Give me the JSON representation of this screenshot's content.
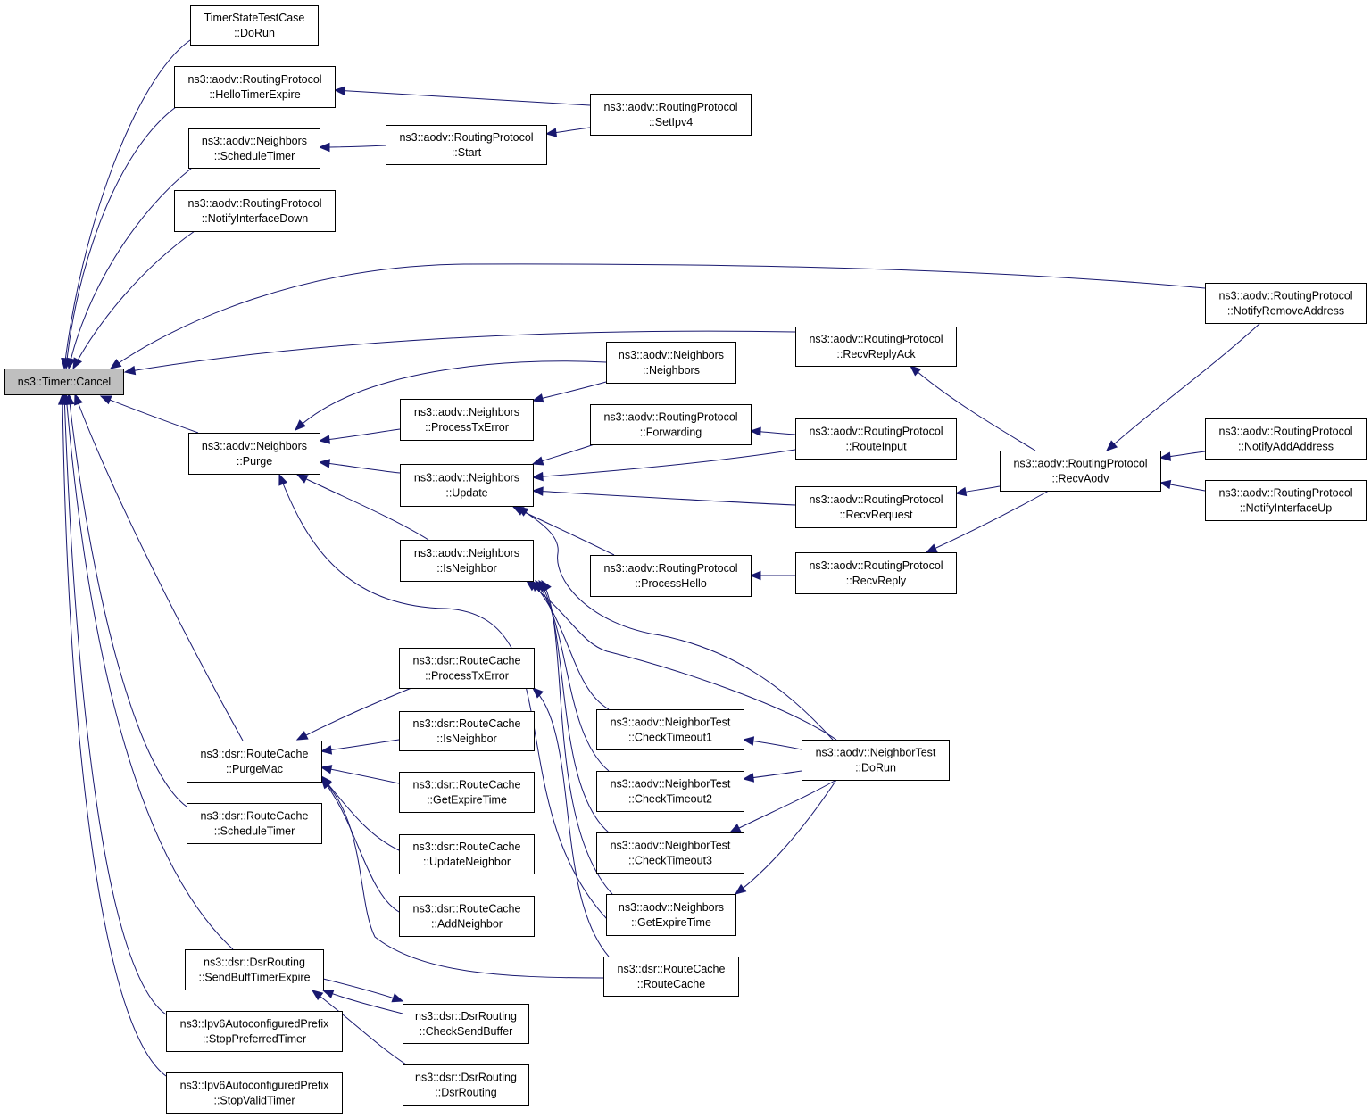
{
  "colors": {
    "edge": "#191970",
    "root_fill": "#bfbfbf",
    "node_fill": "#ffffff",
    "border": "#000000"
  },
  "nodes": {
    "cancel": {
      "lines": [
        "ns3::Timer::Cancel"
      ],
      "root": true
    },
    "tstc": {
      "lines": [
        "TimerStateTestCase",
        "::DoRun"
      ]
    },
    "rp_hello": {
      "lines": [
        "ns3::aodv::RoutingProtocol",
        "::HelloTimerExpire"
      ]
    },
    "nb_sched": {
      "lines": [
        "ns3::aodv::Neighbors",
        "::ScheduleTimer"
      ]
    },
    "rp_nid": {
      "lines": [
        "ns3::aodv::RoutingProtocol",
        "::NotifyInterfaceDown"
      ]
    },
    "nb_purge": {
      "lines": [
        "ns3::aodv::Neighbors",
        "::Purge"
      ]
    },
    "rc_purgemac": {
      "lines": [
        "ns3::dsr::RouteCache",
        "::PurgeMac"
      ]
    },
    "rc_sched": {
      "lines": [
        "ns3::dsr::RouteCache",
        "::ScheduleTimer"
      ]
    },
    "dsr_sbte": {
      "lines": [
        "ns3::dsr::DsrRouting",
        "::SendBuffTimerExpire"
      ]
    },
    "ipv6_pref": {
      "lines": [
        "ns3::Ipv6AutoconfiguredPrefix",
        "::StopPreferredTimer"
      ]
    },
    "ipv6_valid": {
      "lines": [
        "ns3::Ipv6AutoconfiguredPrefix",
        "::StopValidTimer"
      ]
    },
    "rp_start": {
      "lines": [
        "ns3::aodv::RoutingProtocol",
        "::Start"
      ]
    },
    "nb_ptx": {
      "lines": [
        "ns3::aodv::Neighbors",
        "::ProcessTxError"
      ]
    },
    "nb_update": {
      "lines": [
        "ns3::aodv::Neighbors",
        "::Update"
      ]
    },
    "nb_isnb": {
      "lines": [
        "ns3::aodv::Neighbors",
        "::IsNeighbor"
      ]
    },
    "rc_ptx": {
      "lines": [
        "ns3::dsr::RouteCache",
        "::ProcessTxError"
      ]
    },
    "rc_isnb": {
      "lines": [
        "ns3::dsr::RouteCache",
        "::IsNeighbor"
      ]
    },
    "rc_get": {
      "lines": [
        "ns3::dsr::RouteCache",
        "::GetExpireTime"
      ]
    },
    "rc_upd": {
      "lines": [
        "ns3::dsr::RouteCache",
        "::UpdateNeighbor"
      ]
    },
    "rc_add": {
      "lines": [
        "ns3::dsr::RouteCache",
        "::AddNeighbor"
      ]
    },
    "dsr_csb": {
      "lines": [
        "ns3::dsr::DsrRouting",
        "::CheckSendBuffer"
      ]
    },
    "dsr_ctor": {
      "lines": [
        "ns3::dsr::DsrRouting",
        "::DsrRouting"
      ]
    },
    "rp_setipv4": {
      "lines": [
        "ns3::aodv::RoutingProtocol",
        "::SetIpv4"
      ]
    },
    "nb_ctor": {
      "lines": [
        "ns3::aodv::Neighbors",
        "::Neighbors"
      ]
    },
    "rp_fwd": {
      "lines": [
        "ns3::aodv::RoutingProtocol",
        "::Forwarding"
      ]
    },
    "rp_phello": {
      "lines": [
        "ns3::aodv::RoutingProtocol",
        "::ProcessHello"
      ]
    },
    "nt_ct1": {
      "lines": [
        "ns3::aodv::NeighborTest",
        "::CheckTimeout1"
      ]
    },
    "nt_ct2": {
      "lines": [
        "ns3::aodv::NeighborTest",
        "::CheckTimeout2"
      ]
    },
    "nt_ct3": {
      "lines": [
        "ns3::aodv::NeighborTest",
        "::CheckTimeout3"
      ]
    },
    "nb_get": {
      "lines": [
        "ns3::aodv::Neighbors",
        "::GetExpireTime"
      ]
    },
    "rc_ctor": {
      "lines": [
        "ns3::dsr::RouteCache",
        "::RouteCache"
      ]
    },
    "rp_rra": {
      "lines": [
        "ns3::aodv::RoutingProtocol",
        "::RecvReplyAck"
      ]
    },
    "rp_ri": {
      "lines": [
        "ns3::aodv::RoutingProtocol",
        "::RouteInput"
      ]
    },
    "rp_rreq": {
      "lines": [
        "ns3::aodv::RoutingProtocol",
        "::RecvRequest"
      ]
    },
    "rp_rrep": {
      "lines": [
        "ns3::aodv::RoutingProtocol",
        "::RecvReply"
      ]
    },
    "nt_dorun": {
      "lines": [
        "ns3::aodv::NeighborTest",
        "::DoRun"
      ]
    },
    "rp_raodv": {
      "lines": [
        "ns3::aodv::RoutingProtocol",
        "::RecvAodv"
      ]
    },
    "rp_nra": {
      "lines": [
        "ns3::aodv::RoutingProtocol",
        "::NotifyRemoveAddress"
      ]
    },
    "rp_naa": {
      "lines": [
        "ns3::aodv::RoutingProtocol",
        "::NotifyAddAddress"
      ]
    },
    "rp_niu": {
      "lines": [
        "ns3::aodv::RoutingProtocol",
        "::NotifyInterfaceUp"
      ]
    }
  },
  "edges": [
    {
      "from": "tstc",
      "to": "cancel"
    },
    {
      "from": "rp_hello",
      "to": "cancel"
    },
    {
      "from": "nb_sched",
      "to": "cancel"
    },
    {
      "from": "rp_nid",
      "to": "cancel"
    },
    {
      "from": "rp_nra",
      "to": "cancel"
    },
    {
      "from": "rp_rra",
      "to": "cancel"
    },
    {
      "from": "nb_purge",
      "to": "cancel"
    },
    {
      "from": "rc_purgemac",
      "to": "cancel"
    },
    {
      "from": "rc_sched",
      "to": "cancel"
    },
    {
      "from": "dsr_sbte",
      "to": "cancel"
    },
    {
      "from": "ipv6_pref",
      "to": "cancel"
    },
    {
      "from": "ipv6_valid",
      "to": "cancel"
    },
    {
      "from": "rp_setipv4",
      "to": "rp_hello"
    },
    {
      "from": "rp_start",
      "to": "nb_sched"
    },
    {
      "from": "rp_setipv4",
      "to": "rp_start"
    },
    {
      "from": "nb_ctor",
      "to": "nb_purge"
    },
    {
      "from": "nb_ptx",
      "to": "nb_purge"
    },
    {
      "from": "nb_update",
      "to": "nb_purge"
    },
    {
      "from": "nb_isnb",
      "to": "nb_purge"
    },
    {
      "from": "nb_get",
      "to": "nb_purge"
    },
    {
      "from": "nb_ctor",
      "to": "nb_ptx"
    },
    {
      "from": "rp_fwd",
      "to": "nb_update"
    },
    {
      "from": "rp_ri",
      "to": "nb_update"
    },
    {
      "from": "rp_rreq",
      "to": "nb_update"
    },
    {
      "from": "rp_phello",
      "to": "nb_update"
    },
    {
      "from": "nt_dorun",
      "to": "nb_update"
    },
    {
      "from": "nt_ct1",
      "to": "nb_isnb"
    },
    {
      "from": "nt_ct2",
      "to": "nb_isnb"
    },
    {
      "from": "nt_ct3",
      "to": "nb_isnb"
    },
    {
      "from": "nb_get",
      "to": "nb_isnb"
    },
    {
      "from": "nt_dorun",
      "to": "nb_isnb"
    },
    {
      "from": "rc_ptx",
      "to": "rc_purgemac"
    },
    {
      "from": "rc_isnb",
      "to": "rc_purgemac"
    },
    {
      "from": "rc_get",
      "to": "rc_purgemac"
    },
    {
      "from": "rc_upd",
      "to": "rc_purgemac"
    },
    {
      "from": "rc_add",
      "to": "rc_purgemac"
    },
    {
      "from": "rc_ctor",
      "to": "rc_purgemac"
    },
    {
      "from": "dsr_csb",
      "to": "dsr_sbte"
    },
    {
      "from": "dsr_ctor",
      "to": "dsr_sbte"
    },
    {
      "from": "rc_ctor",
      "to": "rc_ptx"
    },
    {
      "from": "dsr_sbte",
      "to": "dsr_csb"
    },
    {
      "from": "rp_ri",
      "to": "rp_fwd"
    },
    {
      "from": "rp_rrep",
      "to": "rp_phello"
    },
    {
      "from": "nt_dorun",
      "to": "nt_ct1"
    },
    {
      "from": "nt_dorun",
      "to": "nt_ct2"
    },
    {
      "from": "nt_dorun",
      "to": "nt_ct3"
    },
    {
      "from": "nt_dorun",
      "to": "nb_get"
    },
    {
      "from": "rp_raodv",
      "to": "rp_rra"
    },
    {
      "from": "rp_raodv",
      "to": "rp_rreq"
    },
    {
      "from": "rp_raodv",
      "to": "rp_rrep"
    },
    {
      "from": "rp_nra",
      "to": "rp_raodv"
    },
    {
      "from": "rp_naa",
      "to": "rp_raodv"
    },
    {
      "from": "rp_niu",
      "to": "rp_raodv"
    }
  ]
}
